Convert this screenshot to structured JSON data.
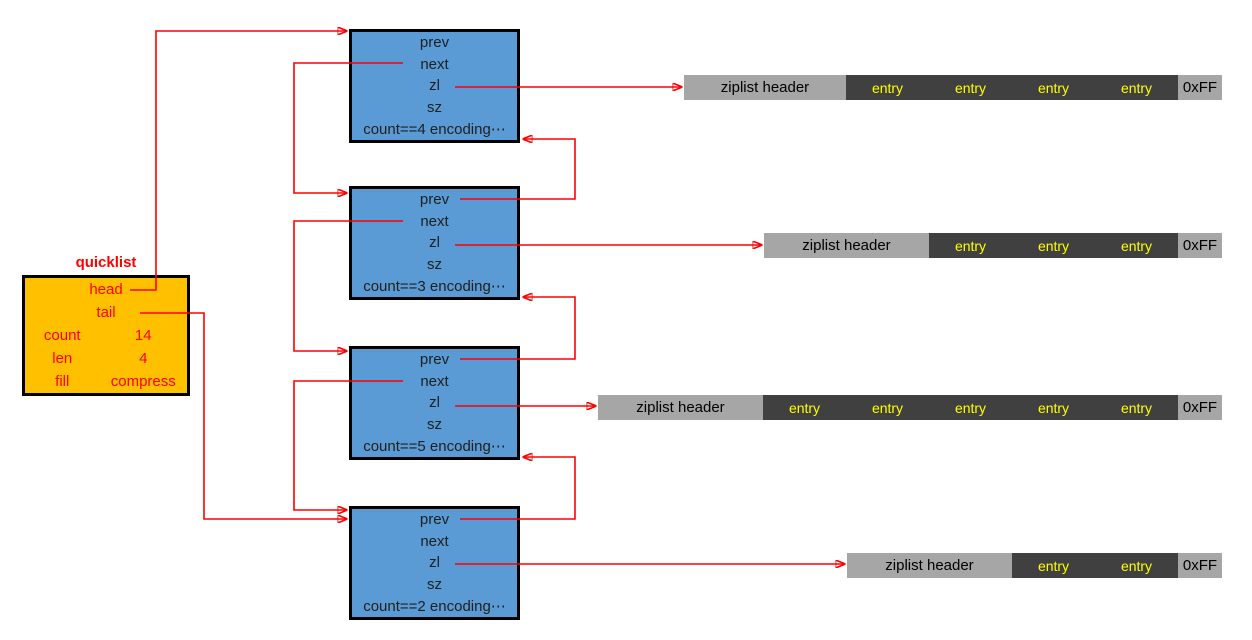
{
  "quicklist": {
    "title": "quicklist",
    "head_label": "head",
    "tail_label": "tail",
    "count_label": "count",
    "count_value": "14",
    "len_label": "len",
    "len_value": "4",
    "fill_label": "fill",
    "fill_value": "compress"
  },
  "nodes": [
    {
      "prev": "prev",
      "next": "next",
      "zl": "zl",
      "sz": "sz",
      "count_line": "count==4 encoding⋯"
    },
    {
      "prev": "prev",
      "next": "next",
      "zl": "zl",
      "sz": "sz",
      "count_line": "count==3 encoding⋯"
    },
    {
      "prev": "prev",
      "next": "next",
      "zl": "zl",
      "sz": "sz",
      "count_line": "count==5 encoding⋯"
    },
    {
      "prev": "prev",
      "next": "next",
      "zl": "zl",
      "sz": "sz",
      "count_line": "count==2 encoding⋯"
    }
  ],
  "ziplists": [
    {
      "header": "ziplist header",
      "entries": [
        "entry",
        "entry",
        "entry",
        "entry"
      ],
      "end": "0xFF"
    },
    {
      "header": "ziplist header",
      "entries": [
        "entry",
        "entry",
        "entry"
      ],
      "end": "0xFF"
    },
    {
      "header": "ziplist header",
      "entries": [
        "entry",
        "entry",
        "entry",
        "entry",
        "entry"
      ],
      "end": "0xFF"
    },
    {
      "header": "ziplist header",
      "entries": [
        "entry",
        "entry"
      ],
      "end": "0xFF"
    }
  ],
  "colors": {
    "canvas-bg": "#ffffff",
    "arrow-red": "#ff0000",
    "quicklist-fill": "#ffc000",
    "quicklist-text": "#ff0000",
    "node-fill": "#5b9bd5",
    "node-text": "#1f1f1f",
    "border-black": "#000000",
    "ziplist-header-fill": "#a6a6a6",
    "ziplist-entry-fill": "#404040",
    "ziplist-entry-text": "#ffff00",
    "ziplist-end-fill": "#a6a6a6",
    "ziplist-text": "#000000"
  }
}
